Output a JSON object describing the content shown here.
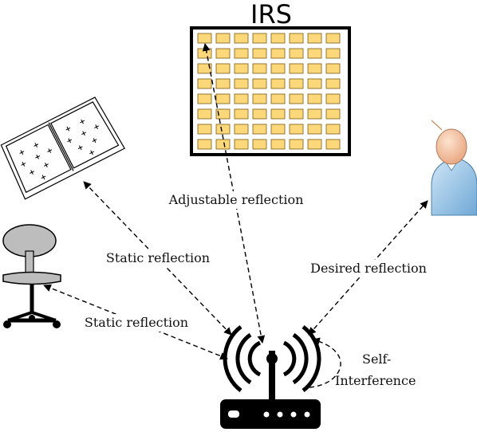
{
  "labels": {
    "irs_title": "IRS",
    "adjustable_reflection": "Adjustable reflection",
    "static_reflection_top": "Static reflection",
    "static_reflection_bottom": "Static reflection",
    "desired_reflection": "Desired reflection",
    "self_line1": "Self-",
    "self_line2": "Interference"
  },
  "colors": {
    "irs_element": "#fcd87a",
    "irs_element_stroke": "#7a5a10",
    "person_shirt": "#9ec7e8",
    "person_head": "#f6c6a3",
    "chair": "#bdbdbd",
    "ink": "#000000"
  },
  "icons": {
    "irs": "irs-panel-icon",
    "book": "open-book-icon",
    "chair": "office-chair-icon",
    "person": "user-avatar-icon",
    "router": "wifi-router-icon"
  }
}
